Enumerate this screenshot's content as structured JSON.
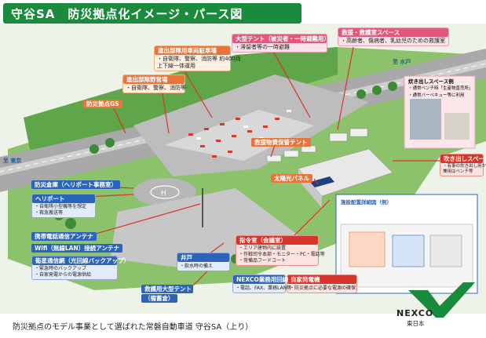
{
  "title": "守谷SA　防災拠点化イメージ・パース図",
  "footer": "防災拠点のモデル事業として選ばれた常磐自動車道 守谷SA（上り）",
  "logo": {
    "name": "NEXCO",
    "sub": "東日本"
  },
  "directions": {
    "mito": "至 水戸",
    "tokyo": "至 東京"
  },
  "boxes": {
    "parking": {
      "title": "進出部隊用車両駐車場",
      "lines": [
        "・自衛隊、警察、消防等 約400両",
        "上下線一体運用"
      ]
    },
    "camp": {
      "title": "進出部隊野営場",
      "lines": [
        "・自衛隊、警察、消防等"
      ]
    },
    "gs": {
      "title": "防災拠点GS"
    },
    "tent": {
      "title": "大型テント（被災者・一時避難用）",
      "lines": [
        "・滞留者等の一時避難"
      ]
    },
    "rescue": {
      "title": "救援・救護室スペース",
      "lines": [
        "・高齢者、傷病者、乳幼児のための救護室"
      ]
    },
    "well_space": {
      "title": "吹き出しスペース",
      "lines": [
        "・有事の炊き出し用かまど",
        "兼用はベンチ等"
      ]
    },
    "warehouse": {
      "title": "防災倉庫（ヘリポート事務室）"
    },
    "heliport": {
      "title": "ヘリポート",
      "lines": [
        "・自衛隊小型機等を想定",
        "・救急搬送等"
      ]
    },
    "supply": {
      "title": "救援物資保管テント"
    },
    "solar": {
      "title": "太陽光パネル"
    },
    "mobile": {
      "title": "携帯電話通信アンテナ"
    },
    "wifi": {
      "title": "Wifi（無線LAN）接続アンテナ"
    },
    "satellite": {
      "title": "衛星通信網（光回線バックアップ）",
      "lines": [
        "・緊急時のバックアップ",
        "・自家発電からの電源供給"
      ]
    },
    "command": {
      "title": "指令室（会議室）",
      "lines": [
        "・エリア建物内に設置",
        "・作戦司令本部・モニター・PC・電話等",
        "・常備品フードコート"
      ]
    },
    "well": {
      "title": "井戸",
      "lines": [
        "・飲水時の備え"
      ]
    },
    "bigtent": {
      "title": "救護用大型テント",
      "sub": "（備蓄倉）"
    },
    "nexco_line": {
      "title": "NEXCO業務用回線",
      "lines": [
        "・電話、FAX、業務LAN等"
      ]
    },
    "generator": {
      "title": "自家発電機",
      "lines": [
        "・防災拠点に必要な電源の確保"
      ]
    }
  },
  "inset_top": {
    "title": "炊き出しスペース例",
    "lines": [
      "・通常ベンチ時「生産物直売所」",
      "・通常バーベキュー等に利用"
    ]
  },
  "inset_plan": {
    "title": "施設配置詳細図（例）"
  },
  "colors": {
    "green": "#1a8a3c",
    "orange": "#e8743a",
    "red": "#d9342b",
    "blue": "#2b64b8",
    "pink": "#e2577b"
  }
}
